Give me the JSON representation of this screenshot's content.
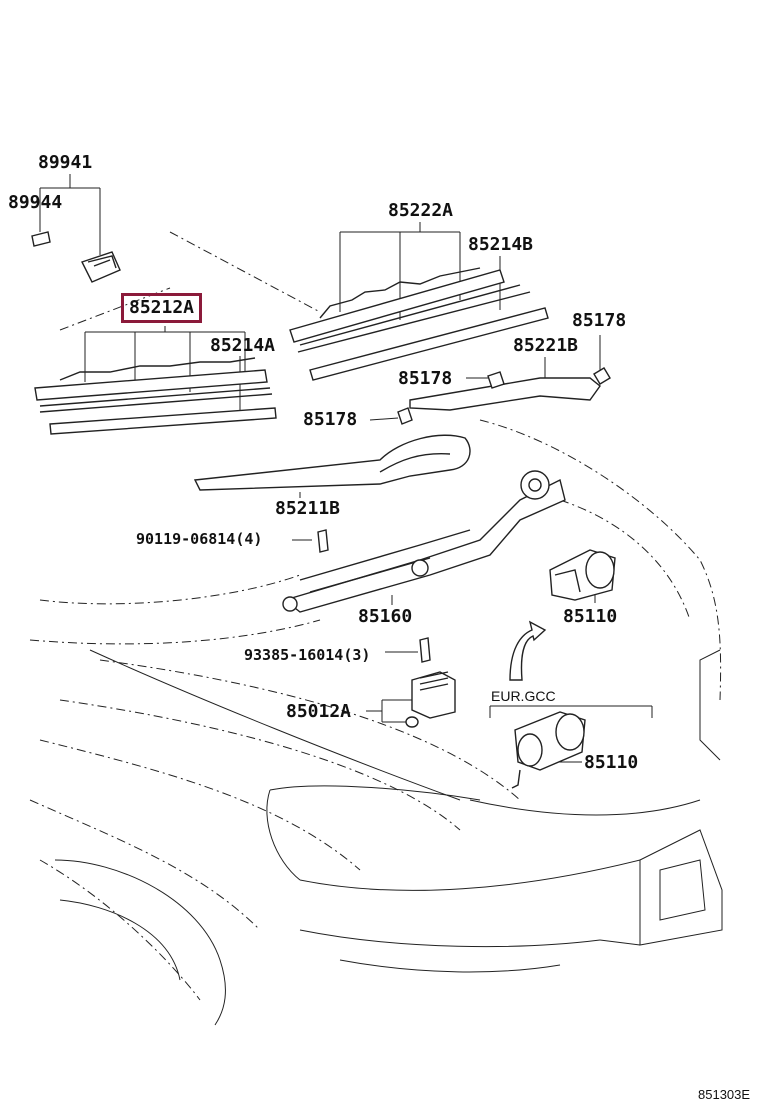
{
  "highlight_color": "#8b1a3a",
  "labels": {
    "p89941": "89941",
    "p89944": "89944",
    "p85222a": "85222A",
    "p85214b": "85214B",
    "p85212a": "85212A",
    "p85214a": "85214A",
    "p85178_right": "85178",
    "p85221b": "85221B",
    "p85178_mid": "85178",
    "p85178_left": "85178",
    "p85211b": "85211B",
    "p90119": "90119-06814(4)",
    "p85160": "85160",
    "p85110_top": "85110",
    "p93385": "93385-16014(3)",
    "p85012a": "85012A",
    "eur_gcc": "EUR.GCC",
    "p85110_bottom": "85110",
    "diagram_code": "851303E"
  }
}
